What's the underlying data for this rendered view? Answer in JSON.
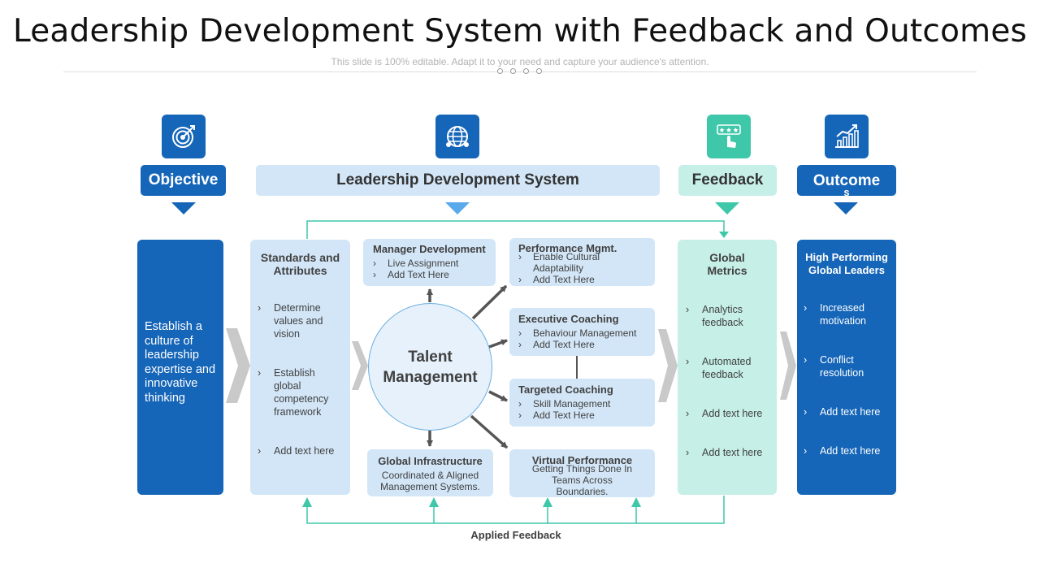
{
  "title": "Leadership Development System with Feedback and Outcomes",
  "subtitle": "This slide is 100% editable. Adapt it to your need and capture your audience's attention.",
  "icons": {
    "objective": "target-icon",
    "system": "globe-network-icon",
    "feedback": "rating-hand-icon",
    "outcome": "growth-chart-icon"
  },
  "colors": {
    "dark_blue": "#1565b8",
    "light_blue": "#d3e6f7",
    "teal": "#3ec7a9",
    "light_teal": "#c6efe7"
  },
  "headers": {
    "objective": "Objective",
    "system": "Leadership Development System",
    "feedback": "Feedback",
    "outcome_line1": "Outcome",
    "outcome_line2": "s"
  },
  "objective_text": "Establish a culture of leadership expertise and innovative thinking",
  "standards": {
    "title_line1": "Standards and",
    "title_line2": "Attributes",
    "items": [
      {
        "bullet": "›",
        "text": "Determine values and vision"
      },
      {
        "bullet": "›",
        "text": "Establish global competency framework"
      },
      {
        "bullet": "›",
        "text": "Add text here"
      }
    ]
  },
  "talent": {
    "line1": "Talent",
    "line2": "Management"
  },
  "manager_dev": {
    "title": "Manager Development",
    "items": [
      {
        "bullet": "›",
        "text": "Live Assignment"
      },
      {
        "bullet": "›",
        "text": "Add Text Here"
      }
    ]
  },
  "global_infra": {
    "title": "Global Infrastructure",
    "line1": "Coordinated & Aligned",
    "line2": "Management Systems."
  },
  "perf_mgmt": {
    "title": "Performance Mgmt.",
    "items": [
      {
        "bullet": "›",
        "line1": "Enable Cultural",
        "line2": "Adaptability"
      },
      {
        "bullet": "›",
        "line1": "Add Text Here",
        "line2": ""
      }
    ]
  },
  "exec_coaching": {
    "title": "Executive Coaching",
    "items": [
      {
        "bullet": "›",
        "text": "Behaviour Management"
      },
      {
        "bullet": "›",
        "text": "Add Text Here"
      }
    ]
  },
  "targeted_coaching": {
    "title": "Targeted Coaching",
    "items": [
      {
        "bullet": "›",
        "text": "Skill Management"
      },
      {
        "bullet": "›",
        "text": "Add Text Here"
      }
    ]
  },
  "virtual_perf": {
    "title": "Virtual Performance",
    "line1": "Getting Things Done In",
    "line2": "Teams Across",
    "line3": "Boundaries."
  },
  "global_metrics": {
    "title_line1": "Global",
    "title_line2": "Metrics",
    "items": [
      {
        "bullet": "›",
        "text": "Analytics feedback"
      },
      {
        "bullet": "›",
        "text": "Automated feedback"
      },
      {
        "bullet": "›",
        "text": "Add text here"
      },
      {
        "bullet": "›",
        "text": "Add text here"
      }
    ]
  },
  "outcome_panel": {
    "title_line1": "High Performing",
    "title_line2": "Global Leaders",
    "items": [
      {
        "bullet": "›",
        "text": "Increased motivation"
      },
      {
        "bullet": "›",
        "text": "Conflict resolution"
      },
      {
        "bullet": "›",
        "text": "Add text here"
      },
      {
        "bullet": "›",
        "text": "Add text here"
      }
    ]
  },
  "applied_feedback": "Applied Feedback"
}
